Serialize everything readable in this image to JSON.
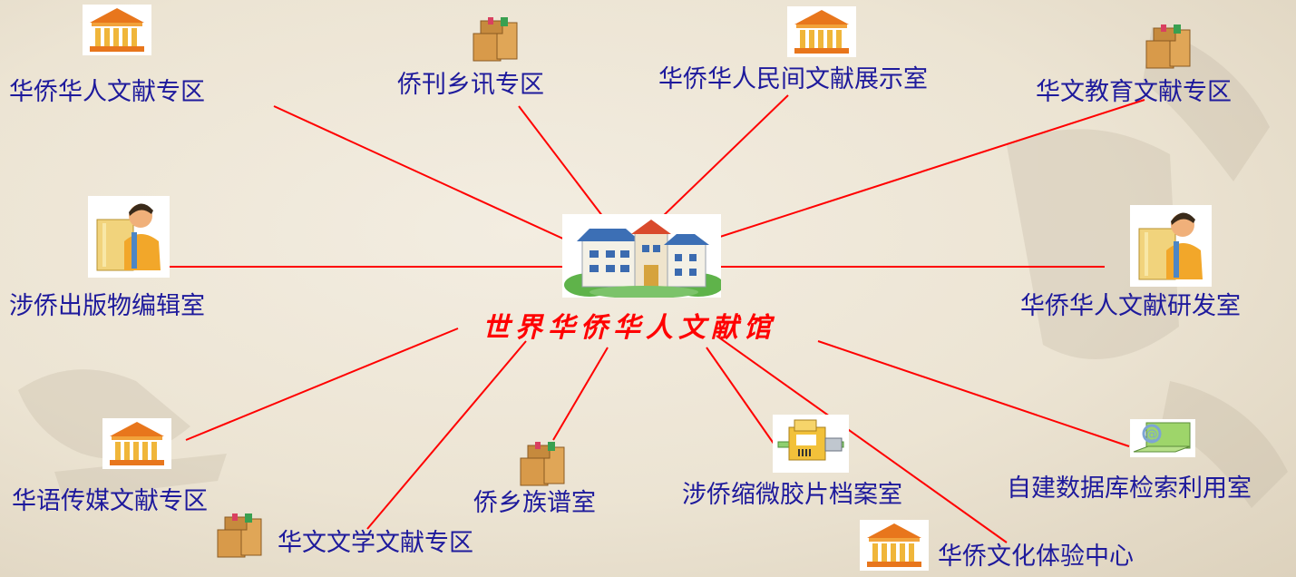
{
  "center": {
    "title": "世界华侨华人文献馆"
  },
  "nodes": [
    {
      "id": "n1",
      "label": "华侨华人文献专区",
      "icon": "building-columns-icon"
    },
    {
      "id": "n2",
      "label": "侨刊乡讯专区",
      "icon": "book-stack-icon"
    },
    {
      "id": "n3",
      "label": "华侨华人民间文献展示室",
      "icon": "building-columns-icon"
    },
    {
      "id": "n4",
      "label": "华文教育文献专区",
      "icon": "book-stack-icon"
    },
    {
      "id": "n5",
      "label": "涉侨出版物编辑室",
      "icon": "person-book-icon"
    },
    {
      "id": "n6",
      "label": "华侨华人文献研发室",
      "icon": "person-book-icon"
    },
    {
      "id": "n7",
      "label": "华语传媒文献专区",
      "icon": "building-columns-icon"
    },
    {
      "id": "n8",
      "label": "华文文学文献专区",
      "icon": "book-stack-icon"
    },
    {
      "id": "n9",
      "label": "侨乡族谱室",
      "icon": "book-stack-icon"
    },
    {
      "id": "n10",
      "label": "涉侨缩微胶片档案室",
      "icon": "microfilm-reader-icon"
    },
    {
      "id": "n11",
      "label": "华侨文化体验中心",
      "icon": "building-columns-icon"
    },
    {
      "id": "n12",
      "label": "自建数据库检索利用室",
      "icon": "laptop-email-icon"
    }
  ],
  "colors": {
    "label": "#1e1a9c",
    "title": "#ff0000",
    "connector": "#ff0000"
  }
}
